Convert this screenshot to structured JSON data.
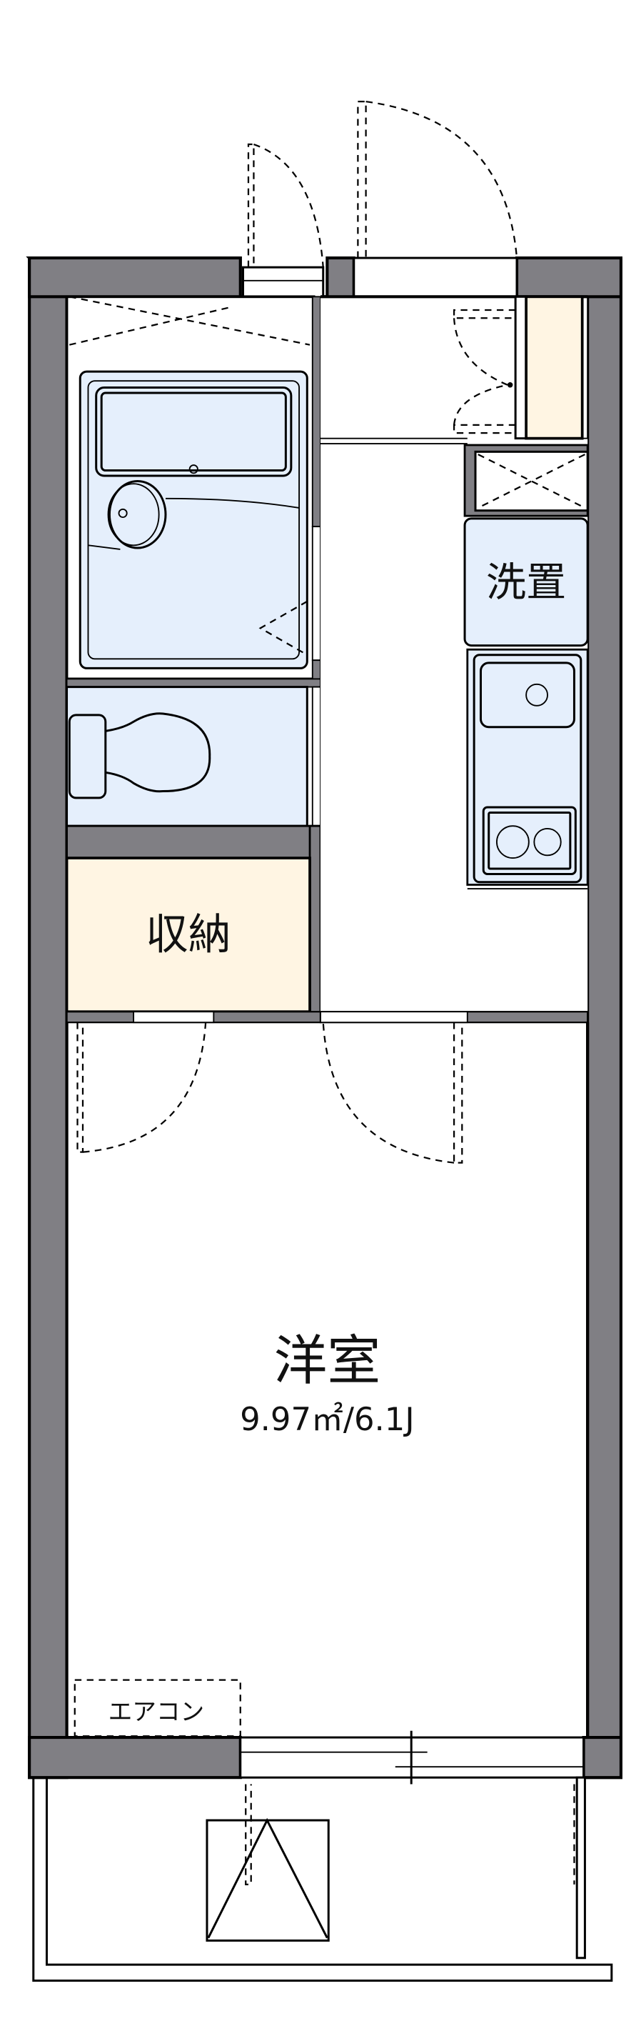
{
  "floorplan": {
    "rooms": {
      "western_room": {
        "label": "洋室",
        "area": "9.97㎡/6.1J"
      },
      "storage": {
        "label": "収納"
      },
      "washer_space": {
        "label": "洗置"
      },
      "aircon": {
        "label": "エアコン"
      }
    },
    "colors": {
      "wall": "#807f84",
      "wet_area": "#e5effc",
      "storage": "#fff5e3",
      "background": "#ffffff"
    }
  }
}
